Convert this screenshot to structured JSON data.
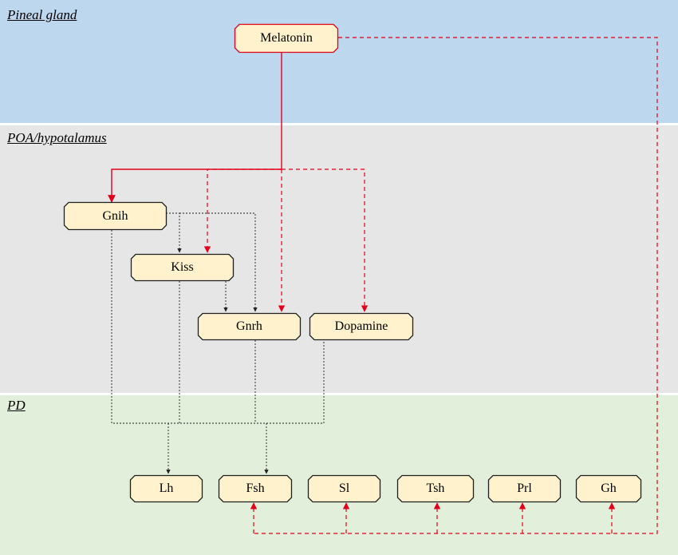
{
  "regions": {
    "pineal": "Pineal gland",
    "poa": "POA/hypotalamus",
    "pd": "PD"
  },
  "nodes": {
    "melatonin": "Melatonin",
    "gnih": "Gnih",
    "kiss": "Kiss",
    "gnrh": "Gnrh",
    "dopamine": "Dopamine",
    "lh": "Lh",
    "fsh": "Fsh",
    "sl": "Sl",
    "tsh": "Tsh",
    "prl": "Prl",
    "gh": "Gh"
  },
  "colors": {
    "pineal_band": "#bdd7ee",
    "poa_band": "#e6e6e6",
    "pd_band": "#e2efda",
    "node_fill": "#fff2cc",
    "melatonin_edge": "#e3001b",
    "gnih_edge": "#000000"
  }
}
